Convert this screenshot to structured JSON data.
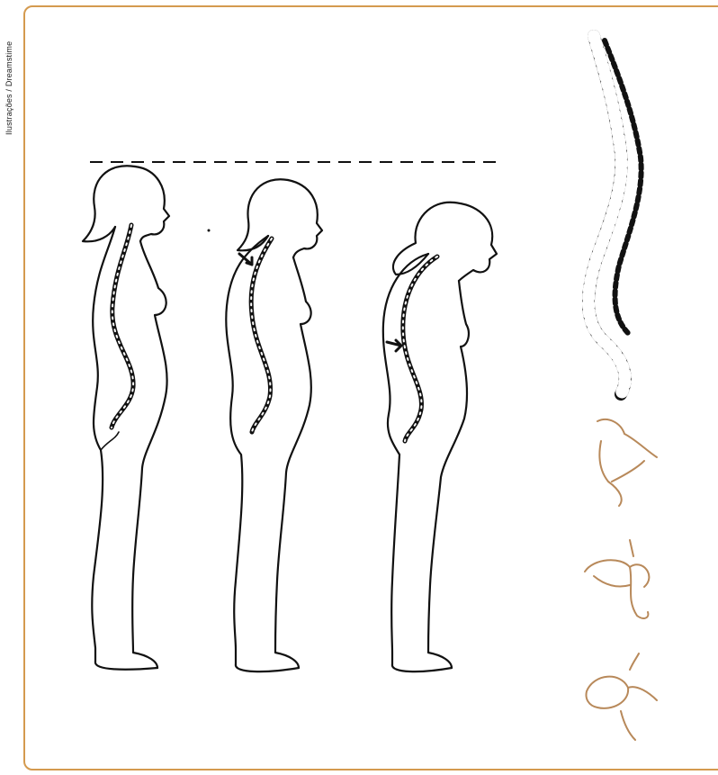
{
  "credit": {
    "text": "Ilustrações / Dreamstime"
  },
  "colors": {
    "frame": "#d49a4f",
    "ink": "#111111",
    "bone": "#b8895a"
  },
  "figures": [
    {
      "label": "normal-posture"
    },
    {
      "label": "mild-kyphosis"
    },
    {
      "label": "severe-kyphosis"
    }
  ],
  "vertebrae_details": [
    "lateral-vertebra",
    "posterior-vertebra",
    "superior-vertebra"
  ]
}
